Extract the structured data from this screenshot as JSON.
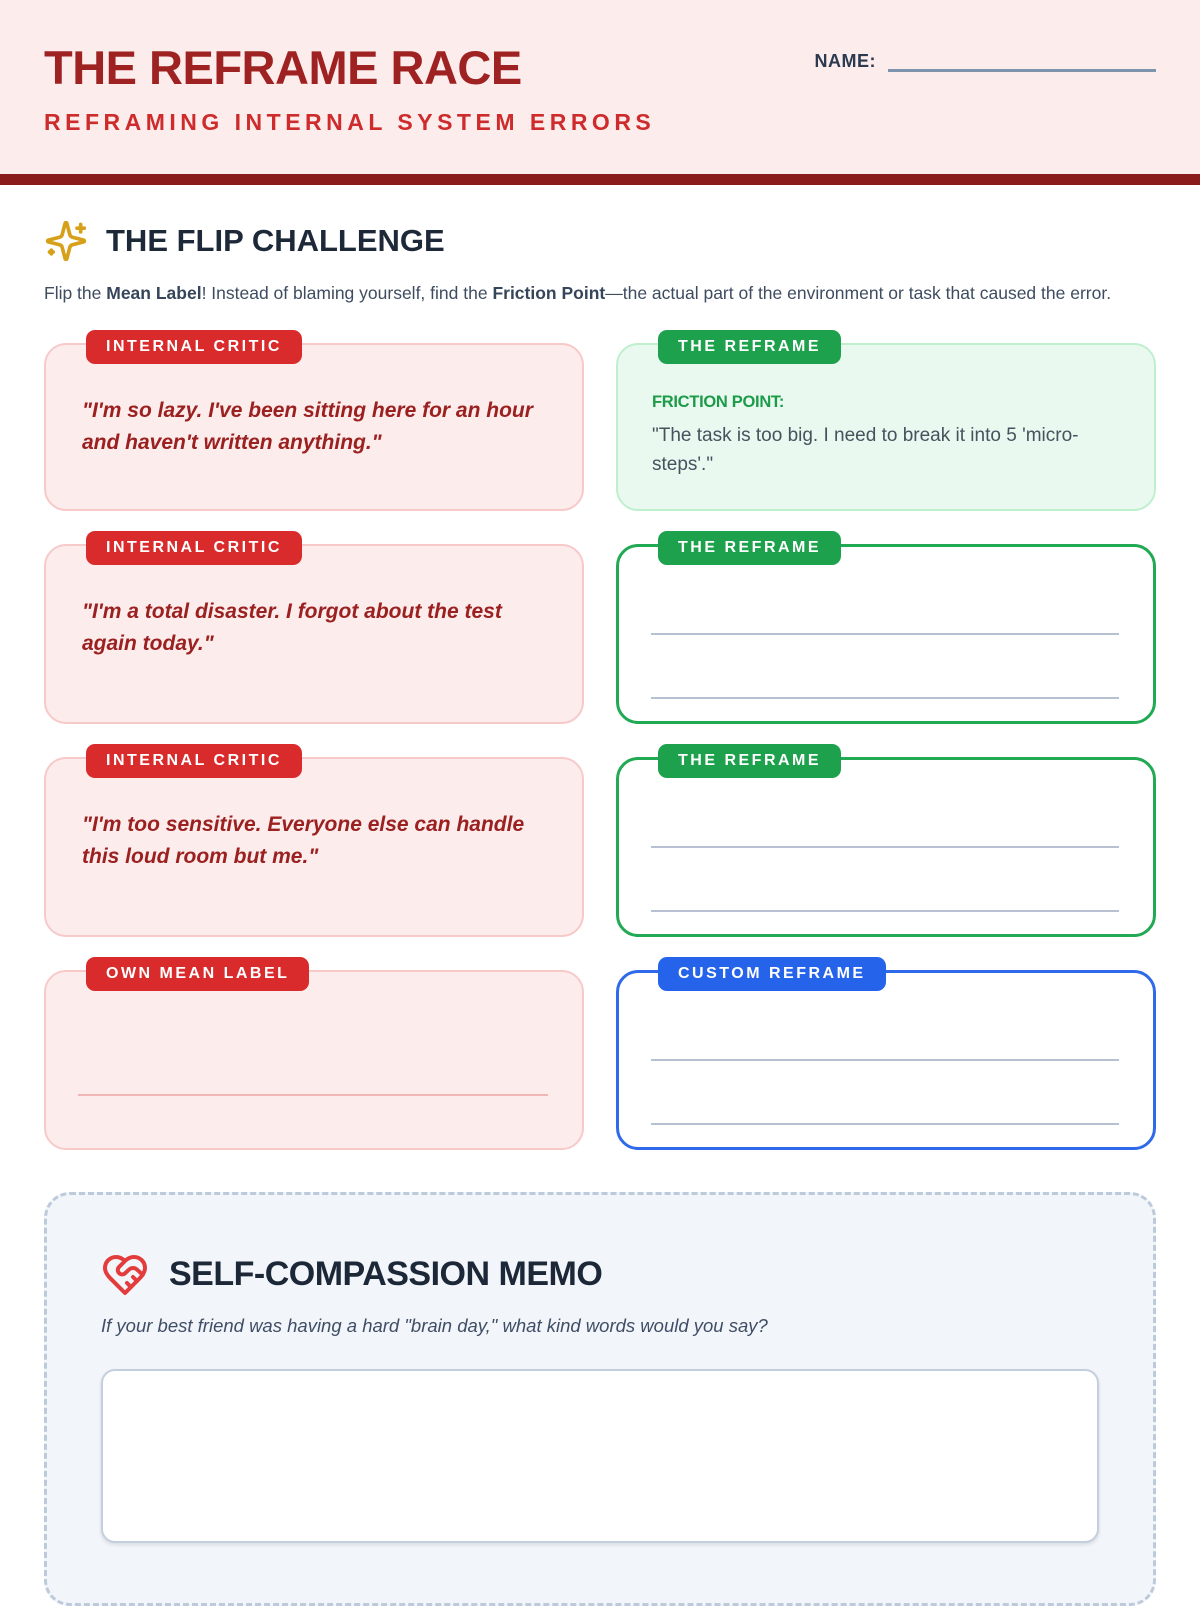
{
  "header": {
    "title": "THE REFRAME RACE",
    "subtitle": "REFRAMING INTERNAL SYSTEM ERRORS",
    "name_label": "NAME:"
  },
  "flip": {
    "heading": "THE FLIP CHALLENGE",
    "icon": "sparkles-icon",
    "intro": {
      "part1": "Flip the ",
      "bold1": "Mean Label",
      "part2": "! Instead of blaming yourself, find the ",
      "bold2": "Friction Point",
      "part3": "—the actual part of the environment or task that caused the error."
    }
  },
  "cards": {
    "critic1": {
      "badge": "INTERNAL CRITIC",
      "quote": "\"I'm so lazy. I've been sitting here for an hour and haven't written anything.\""
    },
    "reframe1": {
      "badge": "THE REFRAME",
      "label": "FRICTION POINT:",
      "text": "\"The task is too big. I need to break it into 5 'micro-steps'.\""
    },
    "critic2": {
      "badge": "INTERNAL CRITIC",
      "quote": "\"I'm a total disaster. I forgot about the test again today.\""
    },
    "reframe2": {
      "badge": "THE REFRAME"
    },
    "critic3": {
      "badge": "INTERNAL CRITIC",
      "quote": "\"I'm too sensitive. Everyone else can handle this loud room but me.\""
    },
    "reframe3": {
      "badge": "THE REFRAME"
    },
    "own_label": {
      "badge": "OWN MEAN LABEL"
    },
    "custom": {
      "badge": "CUSTOM REFRAME"
    }
  },
  "memo": {
    "heading": "SELF-COMPASSION MEMO",
    "icon": "heart-handshake-icon",
    "prompt": "If your best friend was having a hard \"brain day,\" what kind words would you say?"
  },
  "colors": {
    "accent_red": "#d92b2b",
    "accent_green": "#1ea14d",
    "accent_blue": "#2563eb",
    "header_bg": "#fdecec",
    "maroon_bar": "#8a1c1c",
    "title_red": "#9e2222",
    "subtitle_red": "#ce2c2c",
    "navy": "#1d2838",
    "gold": "#d7a019",
    "memo_bg": "#f2f5f9"
  }
}
